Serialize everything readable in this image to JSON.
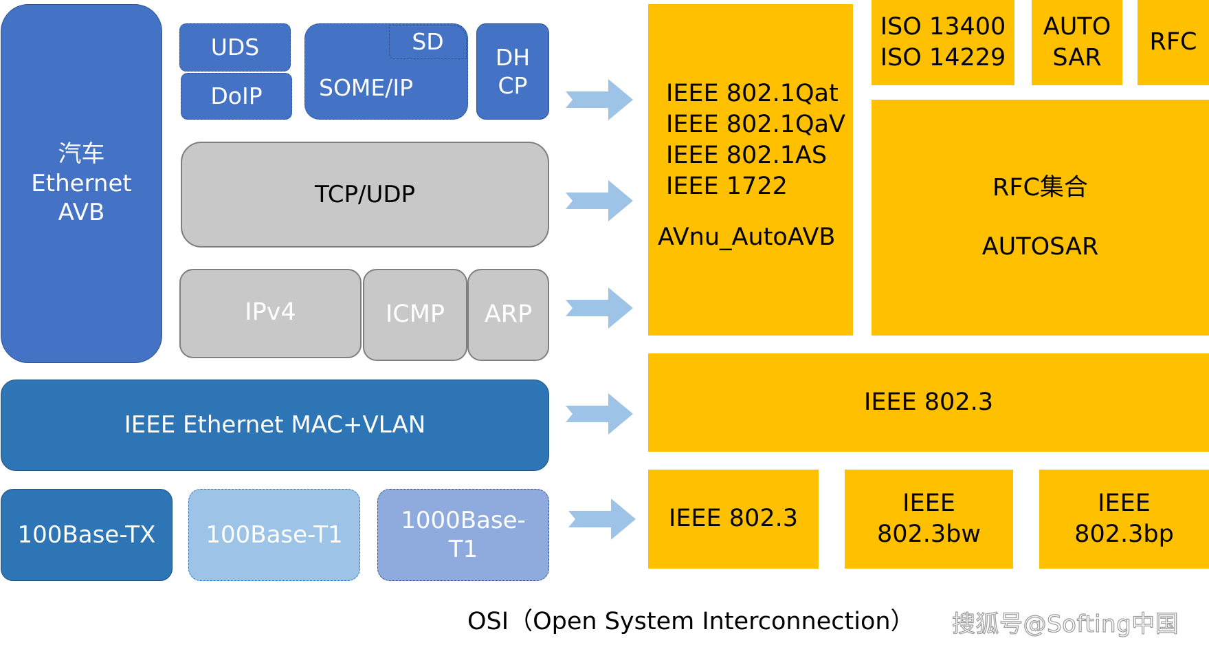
{
  "left_stack": {
    "automotive_avb": "汽车\nEthernet\nAVB",
    "uds": "UDS",
    "doip": "DoIP",
    "sd": "SD",
    "someip": "SOME/IP",
    "dhcp": "DH\nCP",
    "tcp_udp": "TCP/UDP",
    "ipv4": "IPv4",
    "icmp": "ICMP",
    "arp": "ARP",
    "mac_vlan": "IEEE Ethernet MAC+VLAN",
    "base_100tx": "100Base-TX",
    "base_100t1": "100Base-T1",
    "base_1000t1": "1000Base-\nT1"
  },
  "right_stack": {
    "avb_standards": "IEEE 802.1Qat\nIEEE 802.1QaV\nIEEE 802.1AS\nIEEE 1722",
    "avnu": "AVnu_AutoAVB",
    "iso": "ISO 13400\nISO 14229",
    "autosar_top": "AUTO\nSAR",
    "rfc": "RFC",
    "rfc_set": "RFC集合",
    "autosar": "AUTOSAR",
    "ieee8023_wide": "IEEE 802.3",
    "ieee8023": "IEEE 802.3",
    "ieee8023bw": "IEEE\n802.3bw",
    "ieee8023bp": "IEEE\n802.3bp"
  },
  "caption": "OSI（Open System Interconnection）",
  "watermark": "搜狐号@Softing中国",
  "arrows": [
    "arrow-right-icon",
    "arrow-right-icon",
    "arrow-right-icon",
    "arrow-right-icon",
    "arrow-right-icon"
  ],
  "colors": {
    "blue": "#4472c4",
    "steel_blue": "#2e75b6",
    "grey": "#c8c8c8",
    "light_blue": "#9dc3e6",
    "lilac": "#8faadc",
    "gold": "#ffc000",
    "arrow": "#9dc3e6"
  }
}
